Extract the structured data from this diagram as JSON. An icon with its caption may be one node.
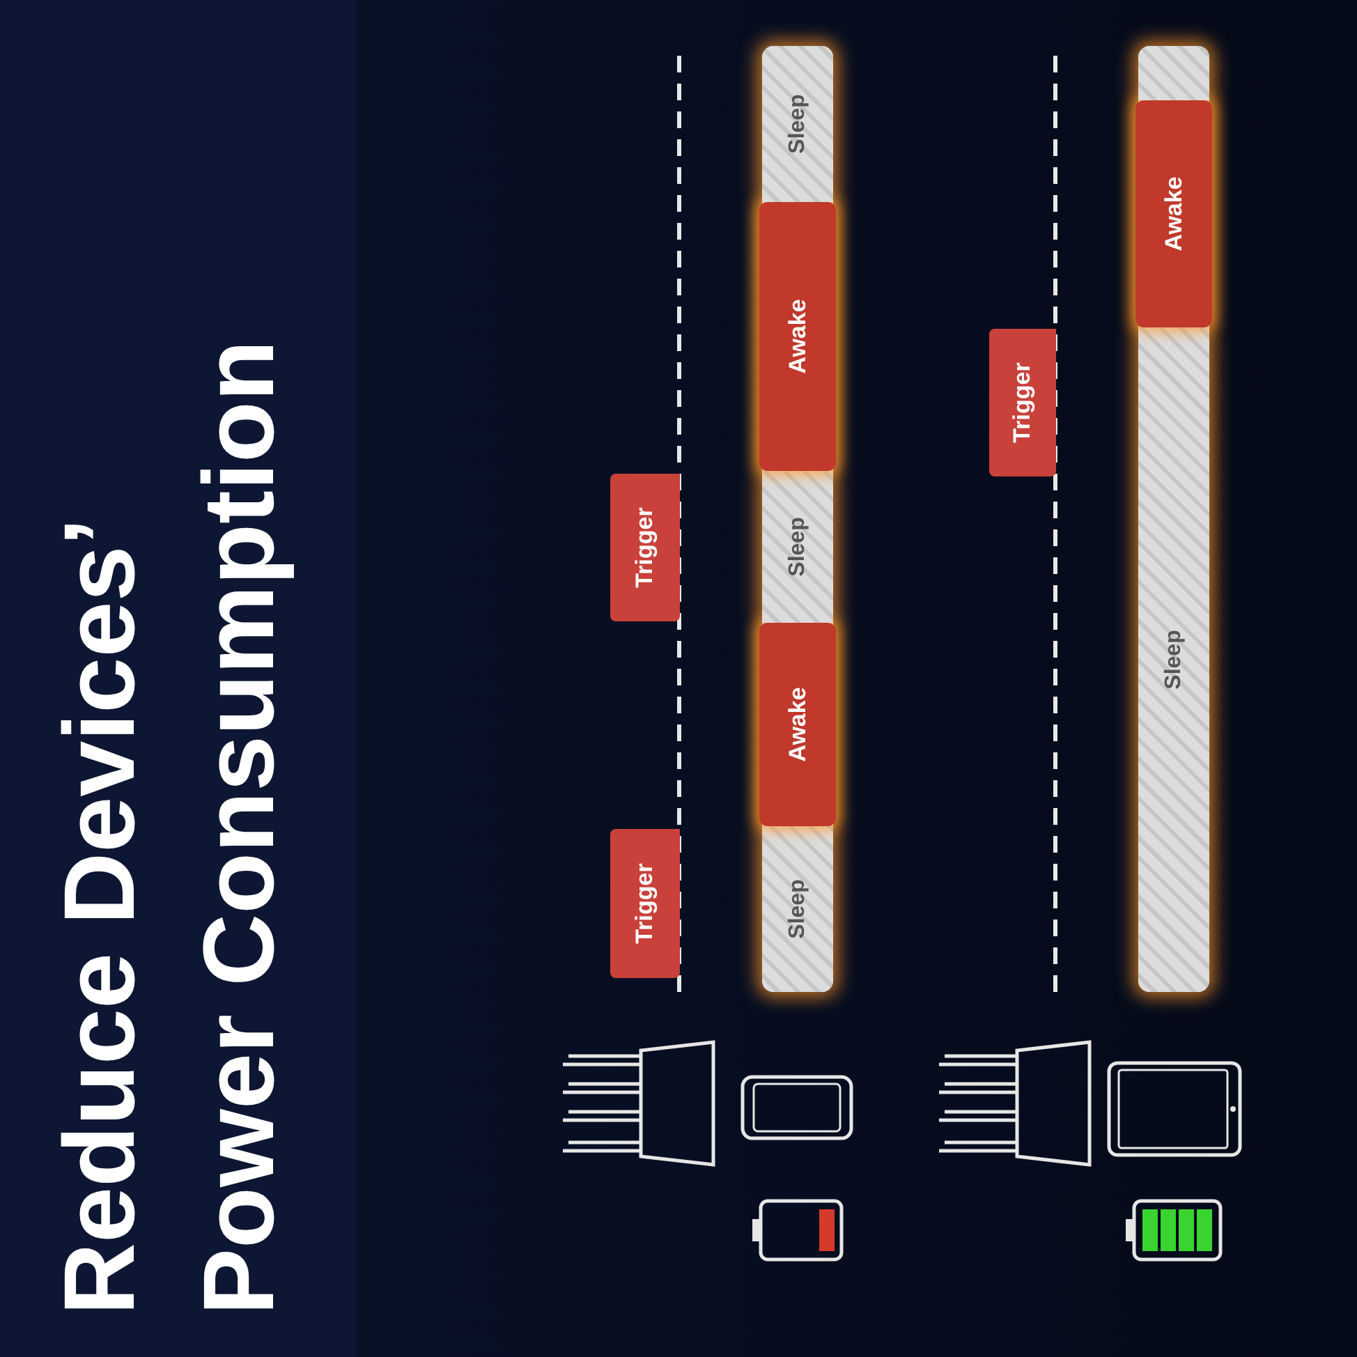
{
  "diagram": {
    "title": "Reduce Devices’ Power Consumption",
    "nodes": [
      {
        "text": [
          "Trigger"
        ]
      },
      {
        "text": [
          "Trigger"
        ]
      },
      {
        "text": [
          "Sleep"
        ]
      },
      {
        "text": [
          "Awake"
        ]
      },
      {
        "text": [
          "Sleep"
        ]
      },
      {
        "text": [
          "Awake"
        ]
      },
      {
        "text": [
          "Sleep"
        ]
      },
      {
        "text": [
          "Trigger"
        ]
      },
      {
        "text": [
          "Sleep"
        ]
      },
      {
        "text": [
          "Awake"
        ]
      },
      {
        "text": [],
        "shape": "bar"
      }
    ]
  }
}
